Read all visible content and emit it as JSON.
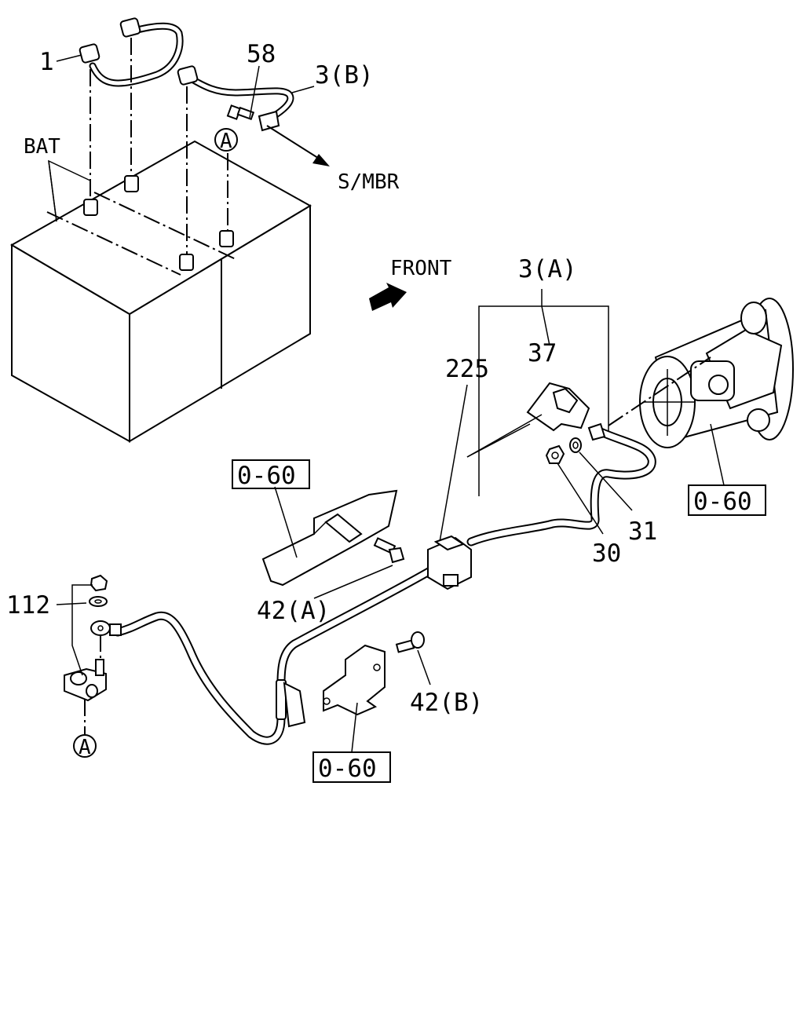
{
  "labels": {
    "part_1": "1",
    "part_58": "58",
    "part_3b": "3(B)",
    "bat": "BAT",
    "circle_a_top": "A",
    "smbr": "S/MBR",
    "front": "FRONT",
    "part_3a": "3(A)",
    "part_37": "37",
    "part_225": "225",
    "ref_060_top": "0-60",
    "ref_060_starter": "0-60",
    "part_31": "31",
    "part_30": "30",
    "part_112": "112",
    "part_42a": "42(A)",
    "part_42b": "42(B)",
    "ref_060_bottom": "0-60",
    "circle_a_bottom": "A"
  }
}
